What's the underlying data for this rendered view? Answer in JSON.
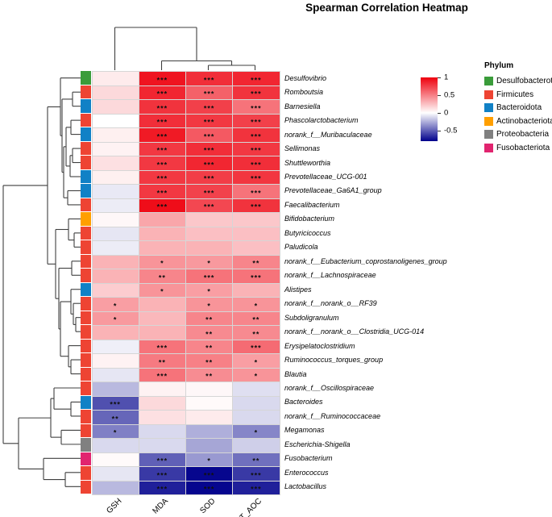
{
  "title": "Spearman Correlation Heatmap",
  "chart_data": {
    "type": "heatmap",
    "columns": [
      "GSH",
      "MDA",
      "SOD",
      "T_AOC"
    ],
    "rows": [
      {
        "name": "Desulfovibrio",
        "phylum": "Desulfobacterota"
      },
      {
        "name": "Romboutsia",
        "phylum": "Firmicutes"
      },
      {
        "name": "Barnesiella",
        "phylum": "Bacteroidota"
      },
      {
        "name": "Phascolarctobacterium",
        "phylum": "Firmicutes"
      },
      {
        "name": "norank_f__Muribaculaceae",
        "phylum": "Bacteroidota"
      },
      {
        "name": "Sellimonas",
        "phylum": "Firmicutes"
      },
      {
        "name": "Shuttleworthia",
        "phylum": "Firmicutes"
      },
      {
        "name": "Prevotellaceae_UCG-001",
        "phylum": "Bacteroidota"
      },
      {
        "name": "Prevotellaceae_Ga6A1_group",
        "phylum": "Bacteroidota"
      },
      {
        "name": "Faecalibacterium",
        "phylum": "Firmicutes"
      },
      {
        "name": "Bifidobacterium",
        "phylum": "Actinobacteriota"
      },
      {
        "name": "Butyricicoccus",
        "phylum": "Firmicutes"
      },
      {
        "name": "Paludicola",
        "phylum": "Firmicutes"
      },
      {
        "name": "norank_f__Eubacterium_coprostanoligenes_group",
        "phylum": "Firmicutes"
      },
      {
        "name": "norank_f__Lachnospiraceae",
        "phylum": "Firmicutes"
      },
      {
        "name": "Alistipes",
        "phylum": "Bacteroidota"
      },
      {
        "name": "norank_f__norank_o__RF39",
        "phylum": "Firmicutes"
      },
      {
        "name": "Subdoligranulum",
        "phylum": "Firmicutes"
      },
      {
        "name": "norank_f__norank_o__Clostridia_UCG-014",
        "phylum": "Firmicutes"
      },
      {
        "name": "Erysipelatoclostridium",
        "phylum": "Firmicutes"
      },
      {
        "name": "Ruminococcus_torques_group",
        "phylum": "Firmicutes"
      },
      {
        "name": "Blautia",
        "phylum": "Firmicutes"
      },
      {
        "name": "norank_f__Oscillospiraceae",
        "phylum": "Firmicutes"
      },
      {
        "name": "Bacteroides",
        "phylum": "Bacteroidota"
      },
      {
        "name": "norank_f__Ruminococcaceae",
        "phylum": "Firmicutes"
      },
      {
        "name": "Megamonas",
        "phylum": "Firmicutes"
      },
      {
        "name": "Escherichia-Shigella",
        "phylum": "Proteobacteria"
      },
      {
        "name": "Fusobacterium",
        "phylum": "Fusobacteriota"
      },
      {
        "name": "Enterococcus",
        "phylum": "Firmicutes"
      },
      {
        "name": "Lactobacillus",
        "phylum": "Firmicutes"
      }
    ],
    "values": [
      [
        0.08,
        0.92,
        0.82,
        0.85
      ],
      [
        0.15,
        0.85,
        0.62,
        0.8
      ],
      [
        0.15,
        0.8,
        0.75,
        0.55
      ],
      [
        0.0,
        0.82,
        0.78,
        0.75
      ],
      [
        0.06,
        0.9,
        0.65,
        0.8
      ],
      [
        0.05,
        0.78,
        0.82,
        0.78
      ],
      [
        0.12,
        0.78,
        0.85,
        0.82
      ],
      [
        0.06,
        0.78,
        0.76,
        0.79
      ],
      [
        -0.07,
        0.78,
        0.74,
        0.55
      ],
      [
        -0.06,
        0.95,
        0.72,
        0.8
      ],
      [
        0.03,
        0.35,
        0.22,
        0.22
      ],
      [
        -0.08,
        0.3,
        0.25,
        0.25
      ],
      [
        -0.06,
        0.3,
        0.3,
        0.25
      ],
      [
        0.3,
        0.42,
        0.4,
        0.48
      ],
      [
        0.3,
        0.48,
        0.55,
        0.55
      ],
      [
        0.2,
        0.42,
        0.38,
        0.3
      ],
      [
        0.38,
        0.3,
        0.42,
        0.42
      ],
      [
        0.4,
        0.28,
        0.48,
        0.48
      ],
      [
        0.3,
        0.3,
        0.46,
        0.46
      ],
      [
        -0.05,
        0.55,
        0.48,
        0.58
      ],
      [
        0.05,
        0.52,
        0.5,
        0.38
      ],
      [
        -0.08,
        0.55,
        0.45,
        0.42
      ],
      [
        -0.22,
        0.05,
        0.03,
        -0.1
      ],
      [
        -0.55,
        0.15,
        0.02,
        -0.12
      ],
      [
        -0.48,
        0.12,
        0.08,
        -0.12
      ],
      [
        -0.4,
        -0.12,
        -0.25,
        -0.38
      ],
      [
        -0.12,
        -0.12,
        -0.28,
        -0.15
      ],
      [
        0.02,
        -0.5,
        -0.32,
        -0.45
      ],
      [
        -0.08,
        -0.62,
        -0.78,
        -0.62
      ],
      [
        -0.22,
        -0.7,
        -0.78,
        -0.7
      ]
    ],
    "significance": [
      [
        "",
        "***",
        "***",
        "***"
      ],
      [
        "",
        "***",
        "***",
        "***"
      ],
      [
        "",
        "***",
        "***",
        "***"
      ],
      [
        "",
        "***",
        "***",
        "***"
      ],
      [
        "",
        "***",
        "***",
        "***"
      ],
      [
        "",
        "***",
        "***",
        "***"
      ],
      [
        "",
        "***",
        "***",
        "***"
      ],
      [
        "",
        "***",
        "***",
        "***"
      ],
      [
        "",
        "***",
        "***",
        "***"
      ],
      [
        "",
        "***",
        "***",
        "***"
      ],
      [
        "",
        "",
        "",
        ""
      ],
      [
        "",
        "",
        "",
        ""
      ],
      [
        "",
        "",
        "",
        ""
      ],
      [
        "",
        "*",
        "*",
        "**"
      ],
      [
        "",
        "**",
        "***",
        "***"
      ],
      [
        "",
        "*",
        "*",
        ""
      ],
      [
        "*",
        "",
        "*",
        "*"
      ],
      [
        "*",
        "",
        "**",
        "**"
      ],
      [
        "",
        "",
        "**",
        "**"
      ],
      [
        "",
        "***",
        "**",
        "***"
      ],
      [
        "",
        "**",
        "**",
        "*"
      ],
      [
        "",
        "***",
        "**",
        "*"
      ],
      [
        "",
        "",
        "",
        ""
      ],
      [
        "***",
        "",
        "",
        ""
      ],
      [
        "**",
        "",
        "",
        ""
      ],
      [
        "*",
        "",
        "",
        "*"
      ],
      [
        "",
        "",
        "",
        ""
      ],
      [
        "",
        "***",
        "*",
        "**"
      ],
      [
        "",
        "***",
        "***",
        "***"
      ],
      [
        "",
        "***",
        "***",
        "***"
      ]
    ],
    "colormap": {
      "positive": "#ee000d",
      "zero": "#ffffff",
      "negative": "#00008b",
      "vmax": 1,
      "vmin": -0.8
    },
    "colorbar": {
      "ticks": [
        {
          "label": "1",
          "value": 1
        },
        {
          "label": "0.5",
          "value": 0.5
        },
        {
          "label": "0",
          "value": 0
        },
        {
          "label": "-0.5",
          "value": -0.5
        }
      ]
    },
    "phylum_legend": {
      "title": "Phylum",
      "items": [
        {
          "label": "Desulfobacterota",
          "color": "#3a9c3a"
        },
        {
          "label": "Firmicutes",
          "color": "#ee4433"
        },
        {
          "label": "Bacteroidota",
          "color": "#1181c6"
        },
        {
          "label": "Actinobacteriota",
          "color": "#ff9f00"
        },
        {
          "label": "Proteobacteria",
          "color": "#808080"
        },
        {
          "label": "Fusobacteriota",
          "color": "#e1246f"
        }
      ]
    },
    "row_dendrogram": {
      "x": 4,
      "children": [
        {
          "x": 59,
          "children": [
            {
              "x": 75,
              "children": [
                1,
                {
                  "x": 77,
                  "children": [
                    {
                      "x": 90,
                      "children": [
                        2,
                        3
                      ]
                    },
                    {
                      "x": 79,
                      "children": [
                        {
                          "x": 82,
                          "children": [
                            {
                              "x": 88,
                              "children": [
                                4,
                                5
                              ]
                            },
                            {
                              "x": 87,
                              "children": [
                                {
                                  "x": 90,
                                  "children": [
                                    6,
                                    7
                                  ]
                                },
                                8
                              ]
                            }
                          ]
                        },
                        {
                          "x": 84,
                          "children": [
                            9,
                            10
                          ]
                        }
                      ]
                    }
                  ]
                }
              ]
            },
            {
              "x": 69,
              "children": [
                {
                  "x": 85,
                  "children": [
                    11,
                    {
                      "x": 92,
                      "children": [
                        12,
                        13
                      ]
                    }
                  ]
                },
                {
                  "x": 73,
                  "children": [
                    {
                      "x": 89,
                      "children": [
                        14,
                        15
                      ]
                    },
                    {
                      "x": 75,
                      "children": [
                        {
                          "x": 88,
                          "children": [
                            16,
                            {
                              "x": 91,
                              "children": [
                                17,
                                {
                                  "x": 94,
                                  "children": [
                                    18,
                                    19
                                  ]
                                }
                              ]
                            }
                          ]
                        },
                        {
                          "x": 85,
                          "children": [
                            20,
                            {
                              "x": 88,
                              "children": [
                                21,
                                22
                              ]
                            }
                          ]
                        }
                      ]
                    }
                  ]
                }
              ]
            }
          ]
        },
        {
          "x": 23,
          "children": [
            {
              "x": 63,
              "children": [
                {
                  "x": 67,
                  "children": [
                    23,
                    {
                      "x": 88,
                      "children": [
                        24,
                        25
                      ]
                    }
                  ]
                },
                {
                  "x": 76,
                  "children": [
                    26,
                    27
                  ]
                }
              ]
            },
            {
              "x": 54,
              "children": [
                28,
                {
                  "x": 81,
                  "children": [
                    29,
                    30
                  ]
                }
              ]
            }
          ]
        }
      ]
    },
    "col_dendrogram": {
      "y": 34,
      "children": [
        "GSH",
        {
          "y": 75.5,
          "children": [
            "MDA",
            {
              "y": 81,
              "children": [
                "SOD",
                "T_AOC"
              ]
            }
          ]
        }
      ]
    }
  }
}
